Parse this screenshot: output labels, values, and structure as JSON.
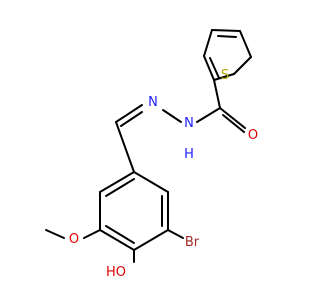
{
  "molecule": {
    "atom_labels": {
      "sulfur": "S",
      "oxygen_carbonyl": "O",
      "nh": "N",
      "nh_h": "H",
      "n_imine": "N",
      "bromine": "Br",
      "oxygen_methoxy": "O",
      "hydroxyl": "HO"
    },
    "colors": {
      "bond": "#000000",
      "sulfur": "#b8a800",
      "oxygen": "#e00000",
      "nitrogen": "#2020ff",
      "bromine": "#a52a2a"
    }
  }
}
